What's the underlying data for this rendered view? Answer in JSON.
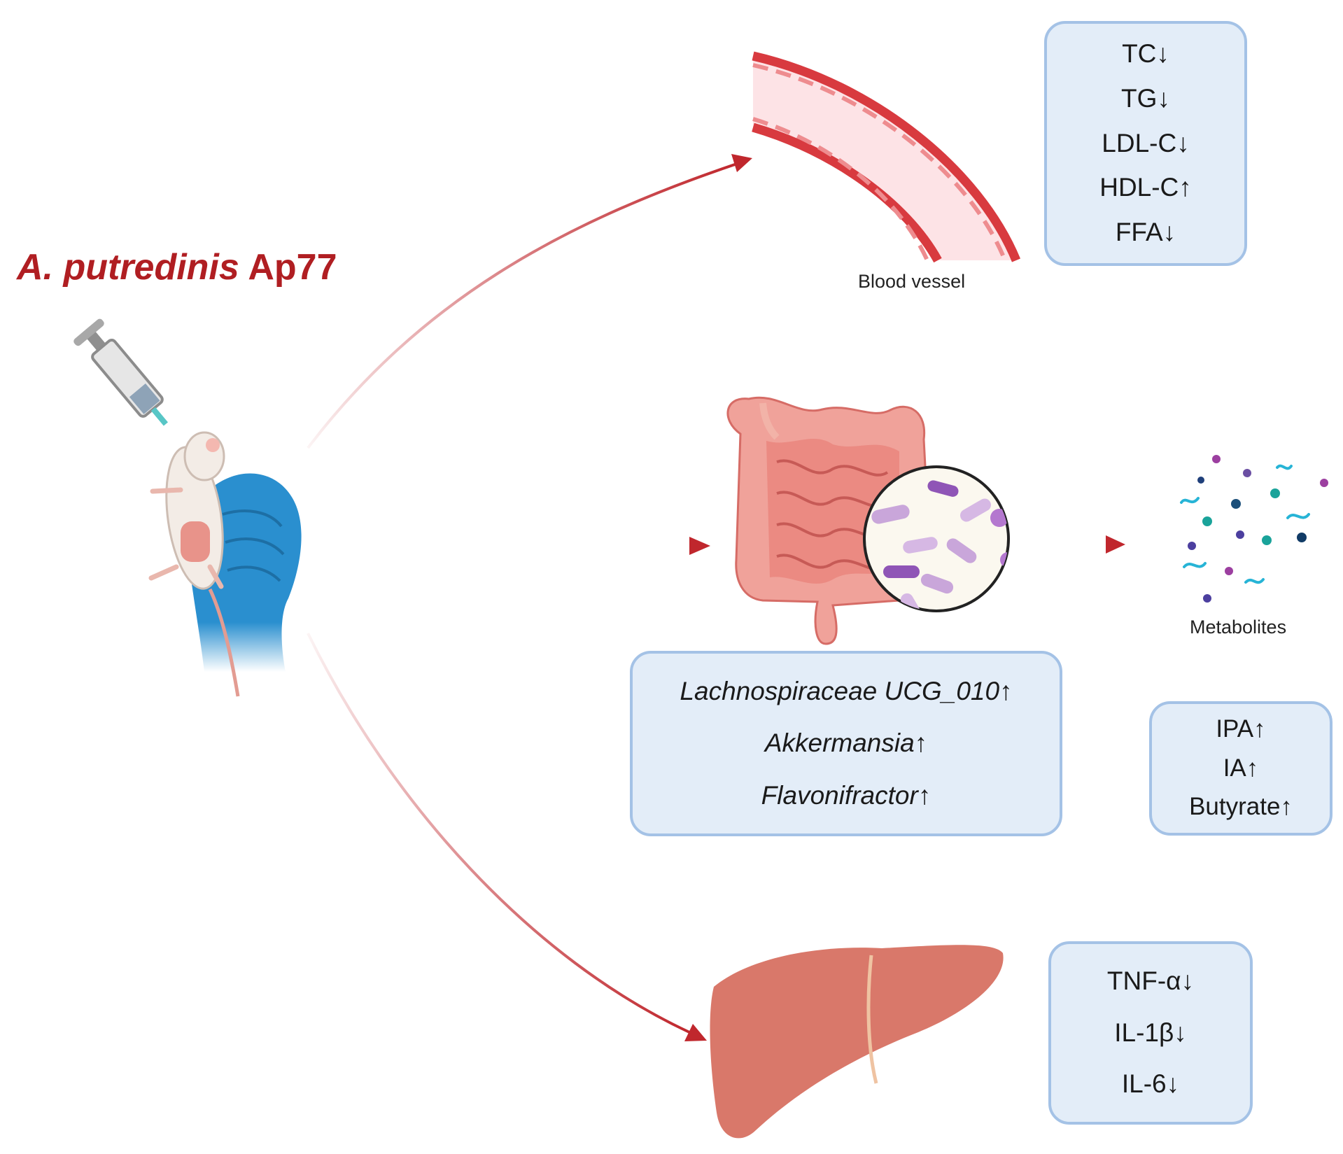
{
  "title": {
    "species": "A. putredinis",
    "strain": "Ap77"
  },
  "blood_vessel": {
    "caption": "Blood vessel"
  },
  "metabolites": {
    "caption": "Metabolites"
  },
  "lipid_box": {
    "items": [
      {
        "name": "TC",
        "arrow": "↓"
      },
      {
        "name": "TG",
        "arrow": "↓"
      },
      {
        "name": "LDL-C",
        "arrow": "↓"
      },
      {
        "name": "HDL-C",
        "arrow": "↑"
      },
      {
        "name": "FFA",
        "arrow": "↓"
      }
    ]
  },
  "bacteria_box": {
    "items": [
      {
        "name": "Lachnospiraceae UCG_010",
        "arrow": "↑"
      },
      {
        "name": "Akkermansia",
        "arrow": "↑"
      },
      {
        "name": "Flavonifractor",
        "arrow": "↑"
      }
    ]
  },
  "metabolite_box": {
    "items": [
      {
        "name": "IPA",
        "arrow": "↑"
      },
      {
        "name": "IA",
        "arrow": "↑"
      },
      {
        "name": "Butyrate",
        "arrow": "↑"
      }
    ]
  },
  "cytokine_box": {
    "items": [
      {
        "name": "TNF-α",
        "arrow": "↓"
      },
      {
        "name": "IL-1β",
        "arrow": "↓"
      },
      {
        "name": "IL-6",
        "arrow": "↓"
      }
    ]
  },
  "colors": {
    "accent_red": "#b01e22",
    "arrow_red": "#c0272d",
    "box_fill": "#e3edf8",
    "box_border": "#a4c2e6",
    "glove_blue": "#2a8fcf",
    "liver": "#d9786a",
    "intestine": "#eb8f86"
  }
}
